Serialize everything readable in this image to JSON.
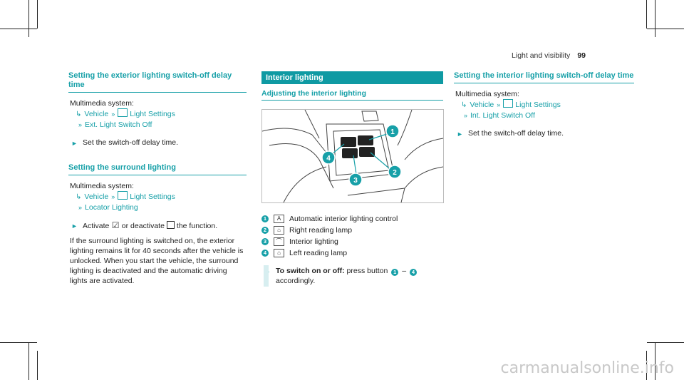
{
  "header": {
    "section": "Light and visibility",
    "page_number": "99"
  },
  "col1": {
    "heading1": "Setting the exterior lighting switch-off delay time",
    "multimedia1": "Multimedia system:",
    "path1": {
      "vehicle": "Vehicle",
      "light_settings": "Light Settings",
      "item": "Ext. Light Switch Off"
    },
    "step1": "Set the switch-off delay time.",
    "heading2": "Setting the surround lighting",
    "multimedia2": "Multimedia system:",
    "path2": {
      "vehicle": "Vehicle",
      "light_settings": "Light Settings",
      "item": "Locator Lighting"
    },
    "step2": {
      "activate": "Activate",
      "or_deactivate": "or deactivate",
      "the_function": "the function."
    },
    "para": "If the surround lighting is switched on, the exterior lighting remains lit for 40 seconds after the vehicle is unlocked. When you start the vehicle, the surround lighting is deactivated and the automatic driving lights are activated."
  },
  "col2": {
    "band": "Interior lighting",
    "subheading": "Adjusting the interior lighting",
    "figure_callouts": [
      "1",
      "2",
      "3",
      "4"
    ],
    "legend": [
      {
        "num": "1",
        "icon": "auto",
        "text": "Automatic interior lighting control"
      },
      {
        "num": "2",
        "icon": "lamp-right",
        "text": "Right reading lamp"
      },
      {
        "num": "3",
        "icon": "interior-light",
        "text": "Interior lighting"
      },
      {
        "num": "4",
        "icon": "lamp-left",
        "text": "Left reading lamp"
      }
    ],
    "step": {
      "bold": "To switch on or off:",
      "text_a": "press button",
      "from": "1",
      "dash": "–",
      "to": "4",
      "text_b": "accordingly."
    }
  },
  "col3": {
    "heading": "Setting the interior lighting switch-off delay time",
    "multimedia": "Multimedia system:",
    "path": {
      "vehicle": "Vehicle",
      "light_settings": "Light Settings",
      "item": "Int. Light Switch Off"
    },
    "step": "Set the switch-off delay time."
  },
  "watermark": "carmanualsonline.info",
  "colors": {
    "accent": "#17a0a8",
    "band": "#0f9aa3"
  }
}
